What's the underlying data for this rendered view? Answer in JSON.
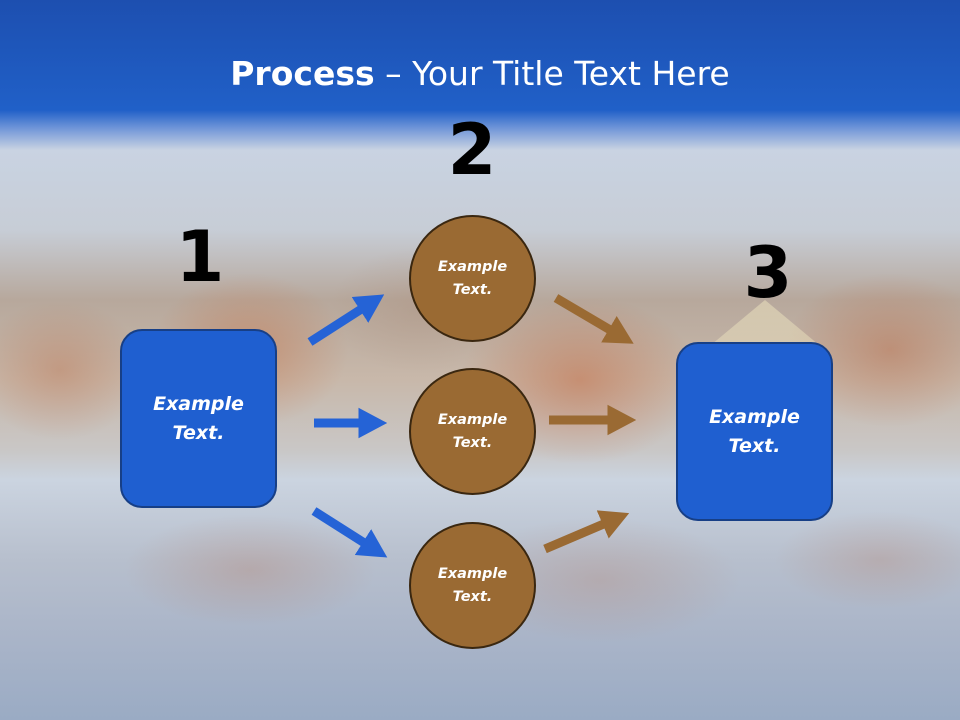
{
  "title": {
    "bold": "Process",
    "rest": " – Your Title Text Here"
  },
  "steps": [
    {
      "number": "1",
      "text": "Example Text."
    },
    {
      "number": "2"
    },
    {
      "number": "3",
      "text": "Example Text."
    }
  ],
  "circles": [
    {
      "text": "Example Text."
    },
    {
      "text": "Example Text."
    },
    {
      "text": "Example Text."
    }
  ],
  "colors": {
    "title_band": "#1f5fd0",
    "box_fill": "#1f5fd0",
    "circle_fill": "#9a6a33",
    "blue_arrow": "#2563d6",
    "brown_arrow": "#9a6a33"
  }
}
